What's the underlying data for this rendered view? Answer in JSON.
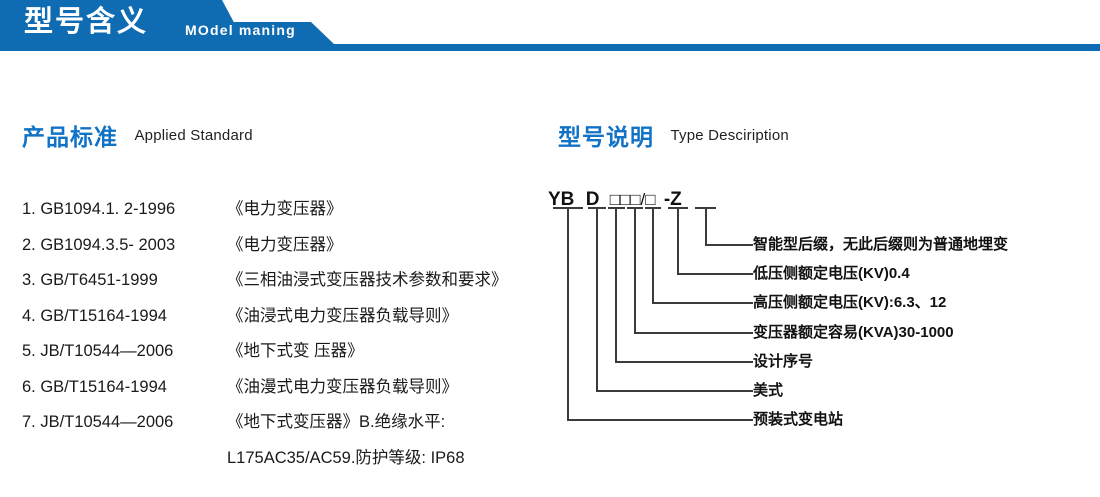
{
  "header": {
    "title_cn": "型号含义",
    "title_en": "MOdel maning",
    "accent_color": "#0F6BB2"
  },
  "sections": {
    "standard": {
      "title_cn": "产品标准",
      "title_en": "Applied Standard",
      "items": [
        {
          "code": "1. GB1094.1. 2-1996",
          "name": "《电力变压器》"
        },
        {
          "code": "2. GB1094.3.5- 2003",
          "name": "《电力变压器》"
        },
        {
          "code": "3. GB/T6451-1999",
          "name": "《三相油浸式变压器技术参数和要求》"
        },
        {
          "code": "4. GB/T15164-1994",
          "name": "《油浸式电力变压器负载导则》"
        },
        {
          "code": "5. JB/T10544—2006",
          "name": "《地下式变 压器》"
        },
        {
          "code": "6. GB/T15164-1994",
          "name": "《油漫式电力变压器负载导则》"
        },
        {
          "code": "7. JB/T10544—2006",
          "name": "《地下式变压器》B.绝缘水平:"
        }
      ],
      "continuation": "L175AC35/AC59.防护等级: IP68"
    },
    "type": {
      "title_cn": "型号说明",
      "title_en": "Type Desciription",
      "model_code": {
        "parts": [
          "YB",
          "D",
          "□",
          "□",
          "□",
          "/□",
          "-Z"
        ],
        "full": "YB D □□□/□ -Z"
      },
      "callouts": [
        {
          "index": 1,
          "text": "智能型后缀，无此后缀则为普通地埋变"
        },
        {
          "index": 2,
          "text": "低压侧额定电压(KV)0.4"
        },
        {
          "index": 3,
          "text": "高压侧额定电压(KV):6.3、12"
        },
        {
          "index": 4,
          "text": "变压器额定容易(KVA)30-1000"
        },
        {
          "index": 5,
          "text": "设计序号"
        },
        {
          "index": 6,
          "text": "美式"
        },
        {
          "index": 7,
          "text": "预装式变电站"
        }
      ]
    }
  },
  "colors": {
    "blue": "#0F6BB2",
    "heading_blue": "#1273C6",
    "text": "#1a1a1a",
    "line": "#3b3b3b"
  }
}
